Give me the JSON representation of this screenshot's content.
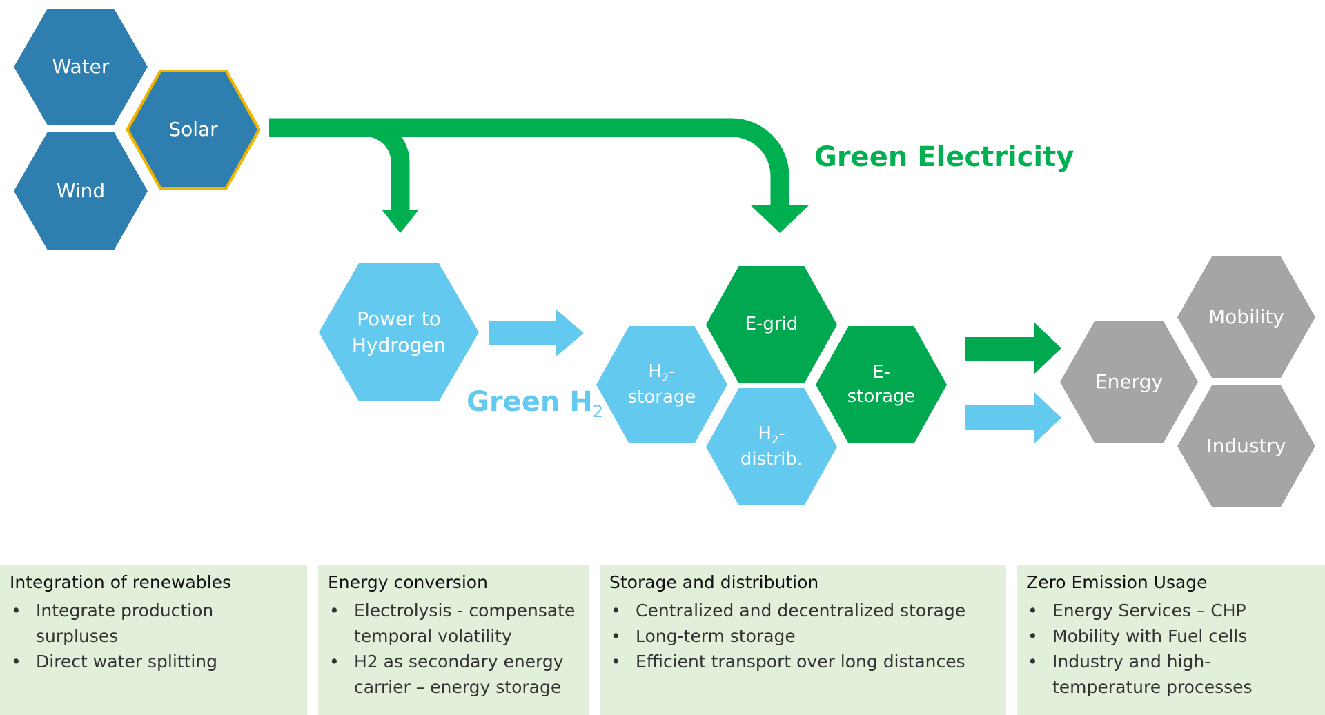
{
  "sources": {
    "water": "Water",
    "solar": "Solar",
    "wind": "Wind"
  },
  "green_electricity_label": "Green Electricity",
  "green_h2_label": {
    "main": "Green H",
    "sub": "2"
  },
  "power_to_hydrogen": {
    "line1": "Power to",
    "line2": "Hydrogen"
  },
  "storage_cluster": {
    "egrid": "E-grid",
    "h2_storage": {
      "h": "H",
      "sub": "2",
      "dash": "-",
      "line2": "storage"
    },
    "estorage": {
      "line1": "E-",
      "line2": "storage"
    },
    "h2_distrib": {
      "h": "H",
      "sub": "2",
      "dash": "-",
      "line2": "distrib."
    }
  },
  "usage": {
    "mobility": "Mobility",
    "energy": "Energy",
    "industry": "Industry"
  },
  "panels": [
    {
      "title": "Integration of renewables",
      "items": [
        "Integrate production surpluses",
        "Direct water splitting"
      ]
    },
    {
      "title": "Energy conversion",
      "items": [
        "Electrolysis - compensate temporal volatility",
        "H2 as secondary energy carrier – energy storage"
      ]
    },
    {
      "title": "Storage and distribution",
      "items": [
        "Centralized and decentralized storage",
        "Long-term storage",
        "Efficient transport over long distances"
      ]
    },
    {
      "title": "Zero Emission Usage",
      "items": [
        "Energy Services – CHP",
        "Mobility with Fuel cells",
        "Industry and high-temperature processes"
      ]
    }
  ],
  "colors": {
    "source_blue": "#2e7eaf",
    "solar_outline": "#f0b400",
    "light_blue": "#64c9ef",
    "green": "#00a94f",
    "grey": "#a5a5a5",
    "panel_bg": "#e2efda"
  }
}
